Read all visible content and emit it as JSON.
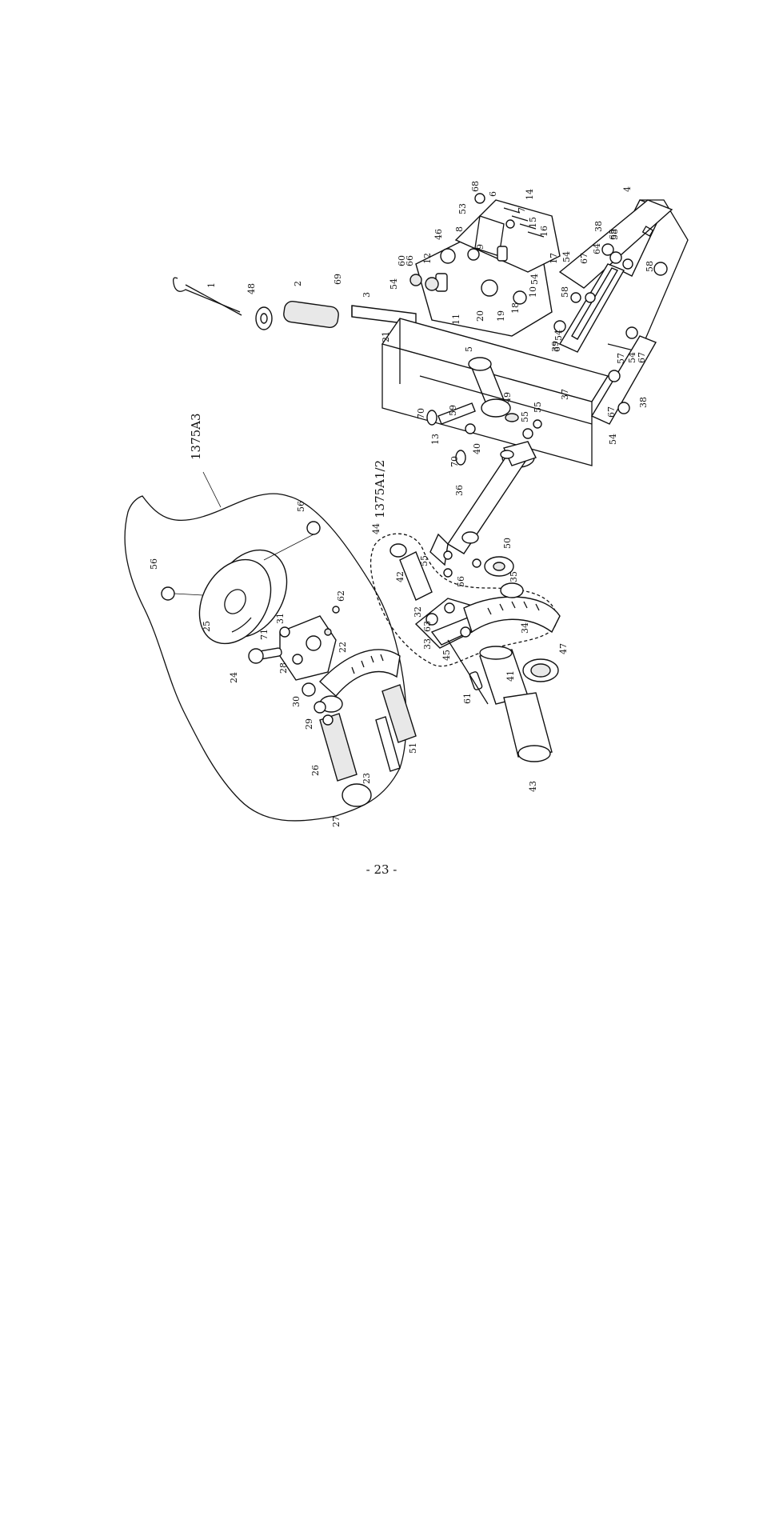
{
  "assembly_labels": {
    "a3": "1375A3",
    "a1_2": "1375A1/2"
  },
  "page_number": "- 23 -",
  "callouts": [
    "1",
    "2",
    "3",
    "4",
    "5",
    "6",
    "7",
    "8",
    "9",
    "10",
    "11",
    "12",
    "13",
    "14",
    "15",
    "16",
    "17",
    "18",
    "19",
    "20",
    "21",
    "22",
    "23",
    "24",
    "25",
    "26",
    "27",
    "28",
    "29",
    "30",
    "31",
    "32",
    "33",
    "34",
    "35",
    "36",
    "37",
    "38",
    "39",
    "40",
    "41",
    "42",
    "43",
    "44",
    "45",
    "46",
    "47",
    "48",
    "49",
    "50",
    "51",
    "53",
    "54",
    "55",
    "56",
    "57",
    "58",
    "59",
    "60",
    "61",
    "62",
    "63",
    "64",
    "65",
    "66",
    "67",
    "68",
    "69",
    "70",
    "71"
  ]
}
